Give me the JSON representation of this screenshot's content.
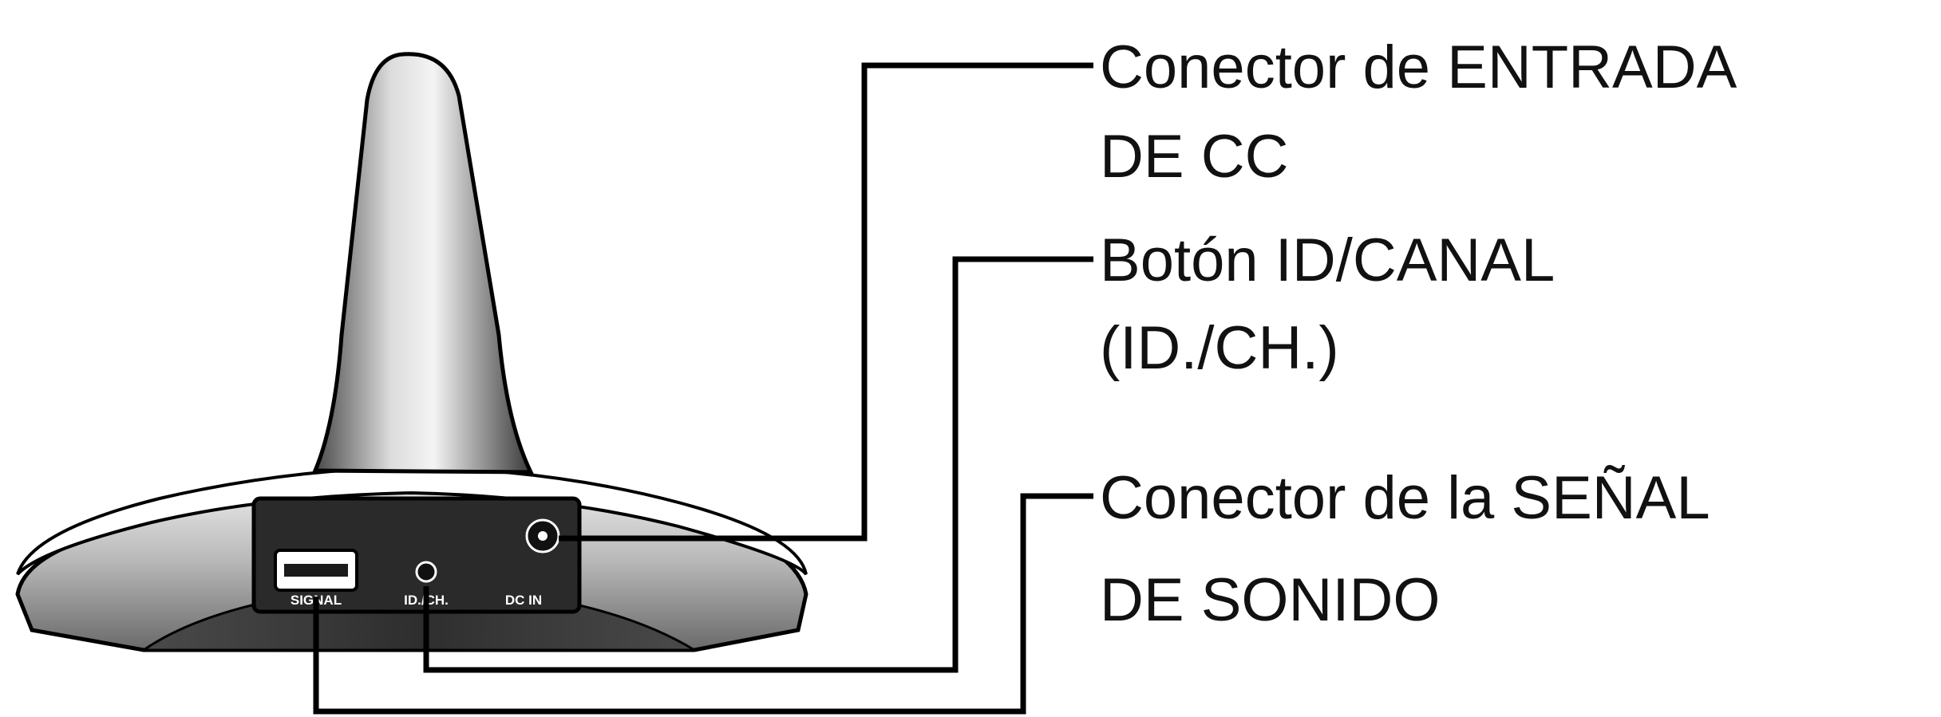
{
  "callouts": {
    "dc_in": {
      "line1": "Conector de ENTRADA",
      "line2": "DE CC"
    },
    "id_ch": {
      "line1": "Botón ID/CANAL",
      "line2": "(ID./CH.)"
    },
    "signal": {
      "line1": "Conector de la SEÑAL",
      "line2": "DE SONIDO"
    }
  },
  "panel": {
    "signal_label": "SIGNAL",
    "id_ch_label": "ID./CH.",
    "dc_in_label": "DC IN"
  }
}
